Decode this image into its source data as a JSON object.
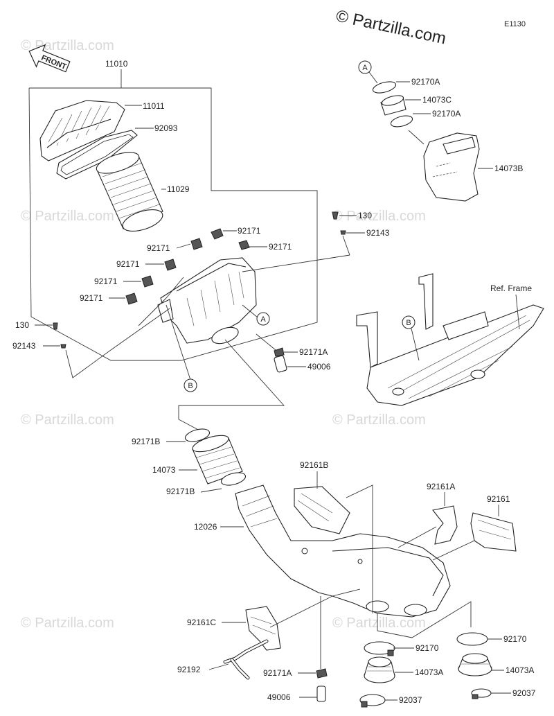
{
  "header": {
    "copyright": "© Partzilla.com",
    "diagram_code": "E1130",
    "front_label": "FRONT"
  },
  "watermark": "© Partzilla.com",
  "callouts": {
    "a": "A",
    "b": "B"
  },
  "labels": {
    "p11010": "11010",
    "p11011": "11011",
    "p92093": "92093",
    "p11029": "11029",
    "p92171_1": "92171",
    "p92171_2": "92171",
    "p92171_3": "92171",
    "p92171_4": "92171",
    "p92171_5": "92171",
    "p92171_6": "92171",
    "p130_left": "130",
    "p92143_left": "92143",
    "p92171a_top": "92171A",
    "p49006_top": "49006",
    "p130_right": "130",
    "p92143_right": "92143",
    "p92170a_1": "92170A",
    "p14073c": "14073C",
    "p92170a_2": "92170A",
    "p14073b": "14073B",
    "ref_frame": "Ref. Frame",
    "p92171b_1": "92171B",
    "p14073": "14073",
    "p92171b_2": "92171B",
    "p12026": "12026",
    "p92161b": "92161B",
    "p92161a": "92161A",
    "p92161": "92161",
    "p92161c": "92161C",
    "p92192": "92192",
    "p92171a_bot": "92171A",
    "p49006_bot": "49006",
    "p92170_1": "92170",
    "p14073a_1": "14073A",
    "p92037_1": "92037",
    "p92170_2": "92170",
    "p14073a_2": "14073A",
    "p92037_2": "92037"
  }
}
